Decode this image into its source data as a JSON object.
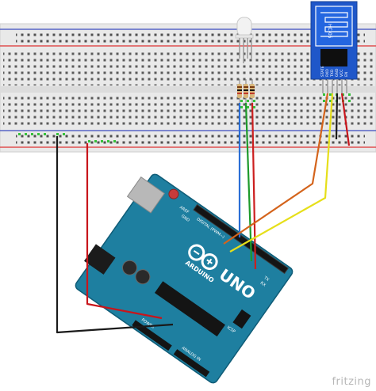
{
  "breadboard": {
    "label": "breadboard"
  },
  "bluetooth_module": {
    "name": "HC-05",
    "pins": [
      "STATE",
      "RXD",
      "TXD",
      "GND",
      "VCC",
      "EN"
    ]
  },
  "led": {
    "label": "RGB LED"
  },
  "resistors": {
    "count": 3
  },
  "arduino": {
    "brand": "ARDUINO",
    "model": "UNO",
    "header_digital": "DIGITAL (PWM~)",
    "header_power": "POWER",
    "header_analog": "ANALOG IN",
    "label_tx": "TX",
    "label_rx": "RX",
    "label_icsp": "ICSP",
    "label_aref": "AREF",
    "label_gnd": "GND"
  },
  "wires": [
    {
      "id": "gnd",
      "color": "#1a1a1a"
    },
    {
      "id": "5v",
      "color": "#c8151b"
    },
    {
      "id": "led-blue",
      "color": "#2b6fd6"
    },
    {
      "id": "led-green",
      "color": "#1d9a2b"
    },
    {
      "id": "led-red",
      "color": "#cc1f1f"
    },
    {
      "id": "bt-orange",
      "color": "#d4641c"
    },
    {
      "id": "bt-yellow",
      "color": "#e6df1a"
    },
    {
      "id": "bt-black",
      "color": "#1a1a1a"
    },
    {
      "id": "bt-red",
      "color": "#c8151b"
    }
  ],
  "watermark": "fritzing"
}
